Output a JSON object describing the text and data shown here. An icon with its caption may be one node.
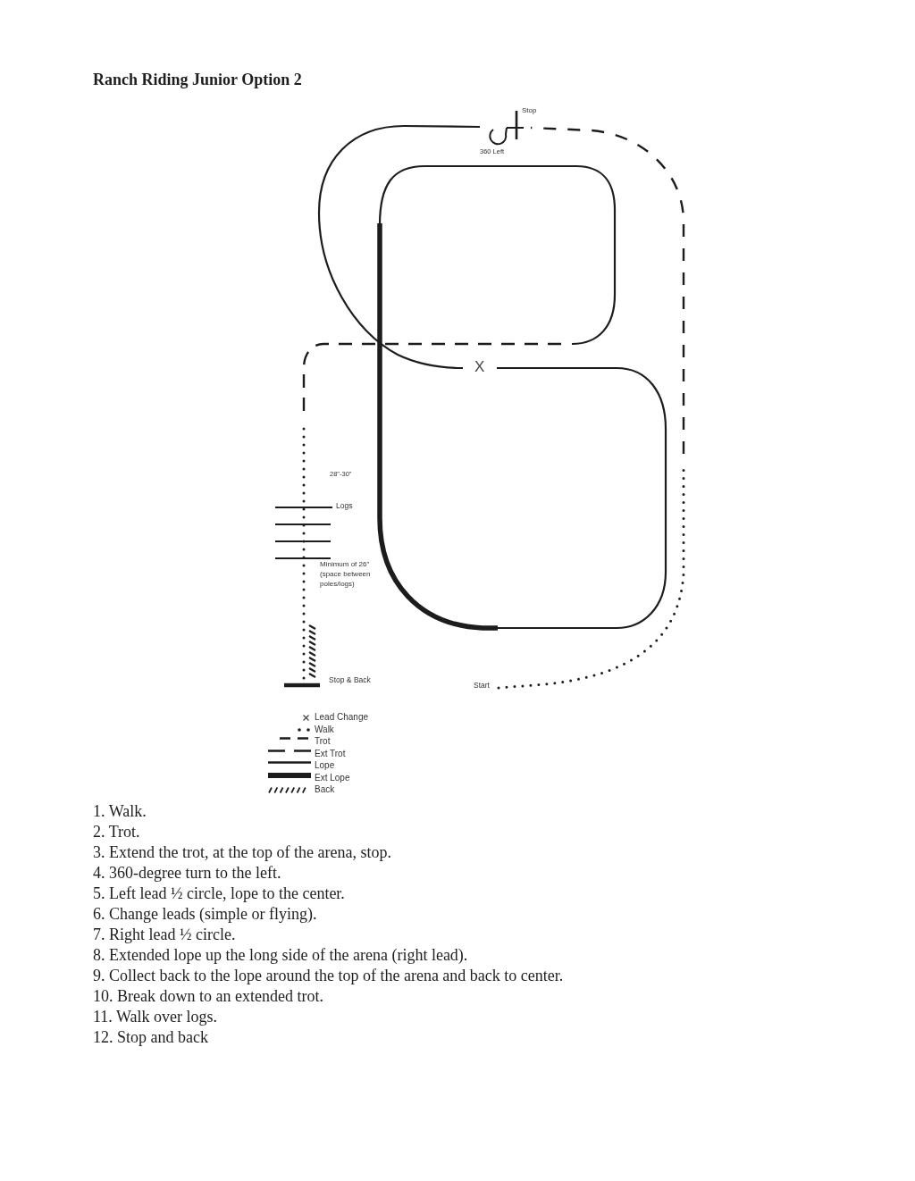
{
  "diagram": {
    "title": "Ranch Riding Junior Option 2",
    "labels": [
      "Stop",
      "360 Left",
      "X",
      "28\"-30\"",
      "Logs",
      "Minimum of 26\" (space between poles/logs)",
      "Stop & Back",
      "Start",
      "1. Walk.",
      "2. Trot.",
      "3. Extend the trot, at the top of the arena, stop.",
      "4. 360-degree turn to the left.",
      "5. Left lead ½ circle, lope to the center.",
      "6. Change leads (simple or flying).",
      "7. Right lead ½ circle.",
      "8. Extended lope up the long side of the arena (right lead).",
      "9. Collect back to the lope around the top of the arena and back to center.",
      "10. Break down to an extended trot.",
      "11. Walk over logs.",
      "12. Stop and back"
    ],
    "legend": [
      {
        "text": "Lead Change"
      },
      {
        "text": "Walk"
      },
      {
        "text": "Trot"
      },
      {
        "text": "Ext Trot"
      },
      {
        "text": "Lope"
      },
      {
        "text": "Ext Lope"
      },
      {
        "text": "Back"
      }
    ]
  }
}
